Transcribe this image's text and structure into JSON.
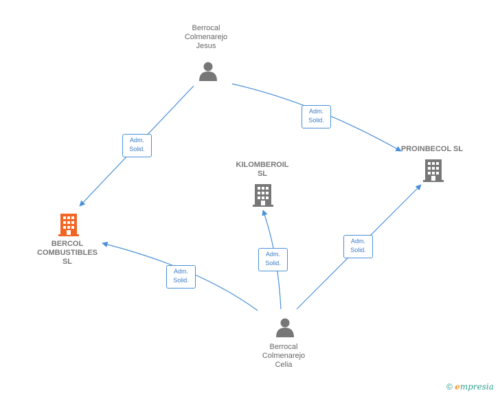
{
  "nodes": {
    "jesus": {
      "line1": "Berrocal",
      "line2": "Colmenarejo",
      "line3": "Jesus"
    },
    "celia": {
      "line1": "Berrocal",
      "line2": "Colmenarejo",
      "line3": "Celia"
    },
    "bercol": {
      "line1": "BERCOL",
      "line2": "COMBUSTIBLES",
      "line3": "SL",
      "color": "#f26522"
    },
    "kilomberoil": {
      "line1": "KILOMBEROIL",
      "line2": "SL",
      "color": "#777777"
    },
    "proinbecol": {
      "line1": "PROINBECOL SL",
      "color": "#777777"
    }
  },
  "edges": {
    "jesus_bercol": {
      "line1": "Adm.",
      "line2": "Solid."
    },
    "jesus_proinbecol": {
      "line1": "Adm.",
      "line2": "Solid."
    },
    "celia_bercol": {
      "line1": "Adm.",
      "line2": "Solid."
    },
    "celia_kilomberoil": {
      "line1": "Adm.",
      "line2": "Solid."
    },
    "celia_proinbecol": {
      "line1": "Adm.",
      "line2": "Solid."
    }
  },
  "colors": {
    "edge": "#4a90d9",
    "person": "#777777"
  },
  "footer": {
    "copyright": "©",
    "brand_e": "e",
    "brand_rest": "mpresia"
  }
}
